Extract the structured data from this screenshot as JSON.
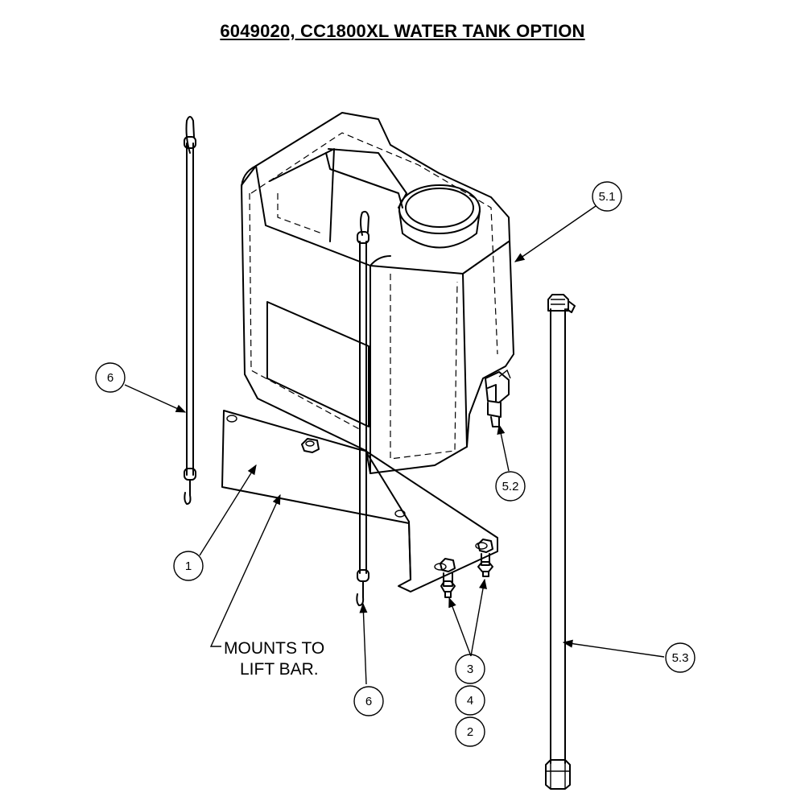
{
  "title": "6049020, CC1800XL WATER TANK OPTION",
  "note": {
    "line1": "MOUNTS TO",
    "line2": "LIFT BAR."
  },
  "callouts": {
    "c51": "5.1",
    "c52": "5.2",
    "c53": "5.3",
    "c6a": "6",
    "c6b": "6",
    "c1": "1",
    "c3": "3",
    "c4": "4",
    "c2": "2"
  }
}
